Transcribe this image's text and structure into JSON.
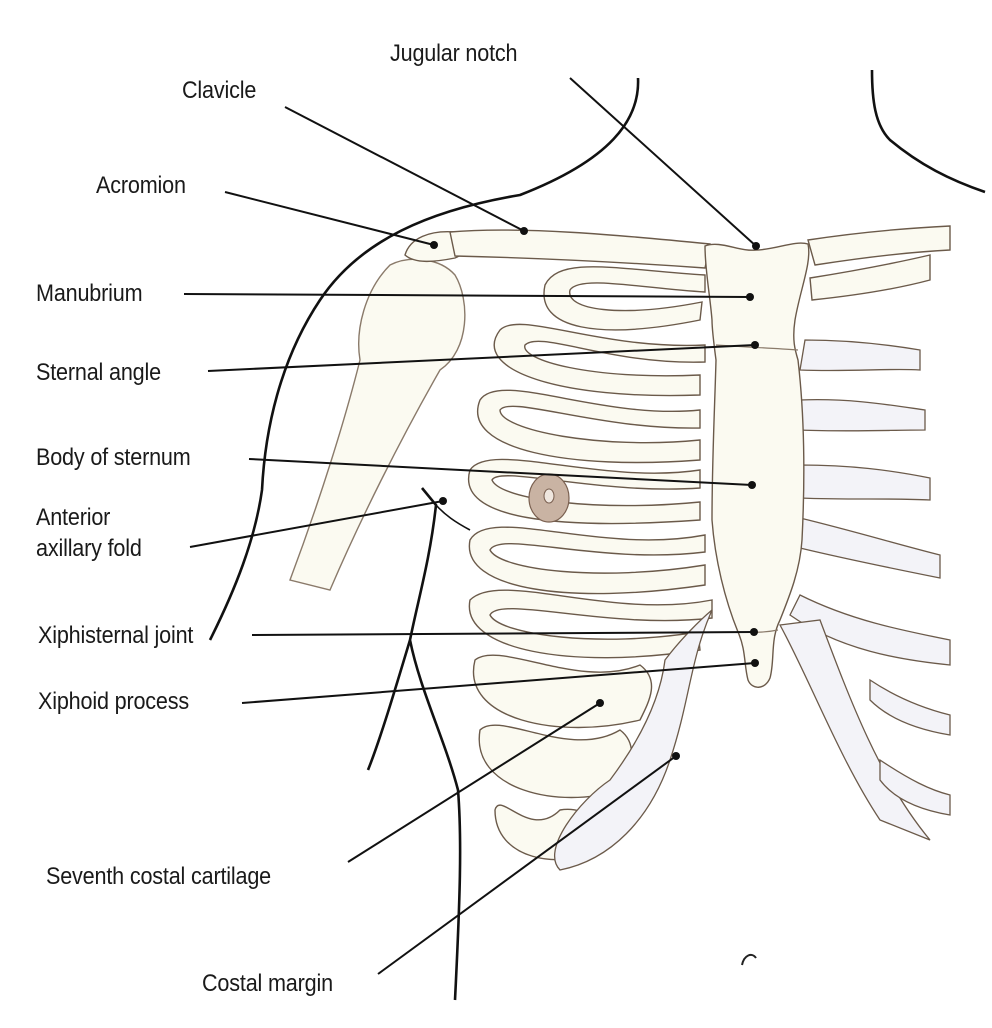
{
  "figure": {
    "labels": [
      {
        "id": "jugular-notch",
        "text": "Jugular notch"
      },
      {
        "id": "clavicle",
        "text": "Clavicle"
      },
      {
        "id": "acromion",
        "text": "Acromion"
      },
      {
        "id": "manubrium",
        "text": "Manubrium"
      },
      {
        "id": "sternal-angle",
        "text": "Sternal angle"
      },
      {
        "id": "body-of-sternum",
        "text": "Body of sternum"
      },
      {
        "id": "anterior-axillary-fold",
        "text": "Anterior axillary fold",
        "line1": "Anterior",
        "line2": "axillary fold"
      },
      {
        "id": "xiphisternal-joint",
        "text": "Xiphisternal joint"
      },
      {
        "id": "xiphoid-process",
        "text": "Xiphoid process"
      },
      {
        "id": "seventh-costal-cartilage",
        "text": "Seventh costal cartilage"
      },
      {
        "id": "costal-margin",
        "text": "Costal margin"
      }
    ],
    "colors": {
      "bone": "#fbfaf1",
      "cartilage": "#f3f3f8",
      "outline": "#6b5a4a",
      "ink": "#111111",
      "nipple": "#c9b3a3"
    }
  }
}
